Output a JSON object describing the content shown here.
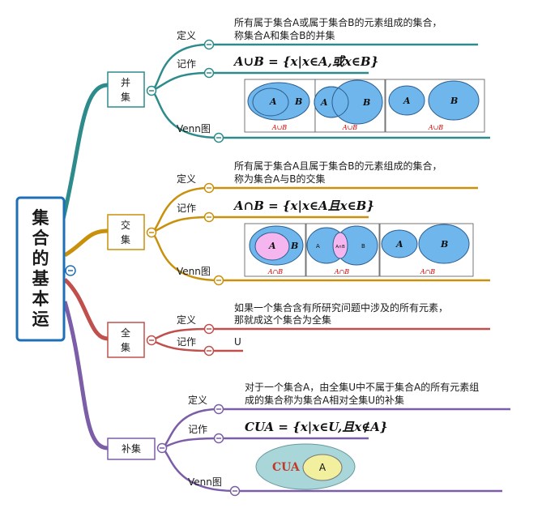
{
  "root": {
    "title": "集合的基本运算"
  },
  "branches": {
    "union": {
      "label": "并集",
      "def_label": "定义",
      "def_text": [
        "所有属于集合A或属于集合B的元素组成的集合，",
        "称集合A和集合B的并集"
      ],
      "notation_label": "记作",
      "formula": "A∪B = {x|x∈A,或x∈B}",
      "venn_label": "Venn图",
      "venn_captions": [
        "A∪B",
        "A∪B",
        "A∪B"
      ]
    },
    "intersection": {
      "label": "交集",
      "def_label": "定义",
      "def_text": [
        "所有属于集合A且属于集合B的元素组成的集合，",
        "称为集合A与B的交集"
      ],
      "notation_label": "记作",
      "formula": "A∩B = {x|x∈A且x∈B}",
      "venn_label": "Venn图",
      "venn_captions": [
        "A∩B",
        "A∩B",
        "A∩B"
      ],
      "venn_inner_label": "A∩B"
    },
    "universal": {
      "label": "全集",
      "def_label": "定义",
      "def_text": [
        "如果一个集合含有所研究问题中涉及的所有元素，",
        "那就成这个集合为全集"
      ],
      "notation_label": "记作",
      "notation_value": "U"
    },
    "complement": {
      "label": "补集",
      "def_label": "定义",
      "def_text": [
        "对于一个集合A，由全集U中不属于集合A的所有元素组",
        "成的集合称为集合A相对全集U的补集"
      ],
      "notation_label": "记作",
      "formula": "CUA = {x|x∈U,且x∉A}",
      "venn_label": "Venn图",
      "venn_cu_label": "CUA",
      "venn_a_label": "A"
    }
  },
  "colors": {
    "union": "#2e8b8b",
    "intersection": "#c9900c",
    "universal": "#c0504d",
    "complement": "#7b5ea7",
    "root_border": "#1f6fb8",
    "venn_fill": "#6fb6ec",
    "venn_pink": "#f5b6f0"
  }
}
